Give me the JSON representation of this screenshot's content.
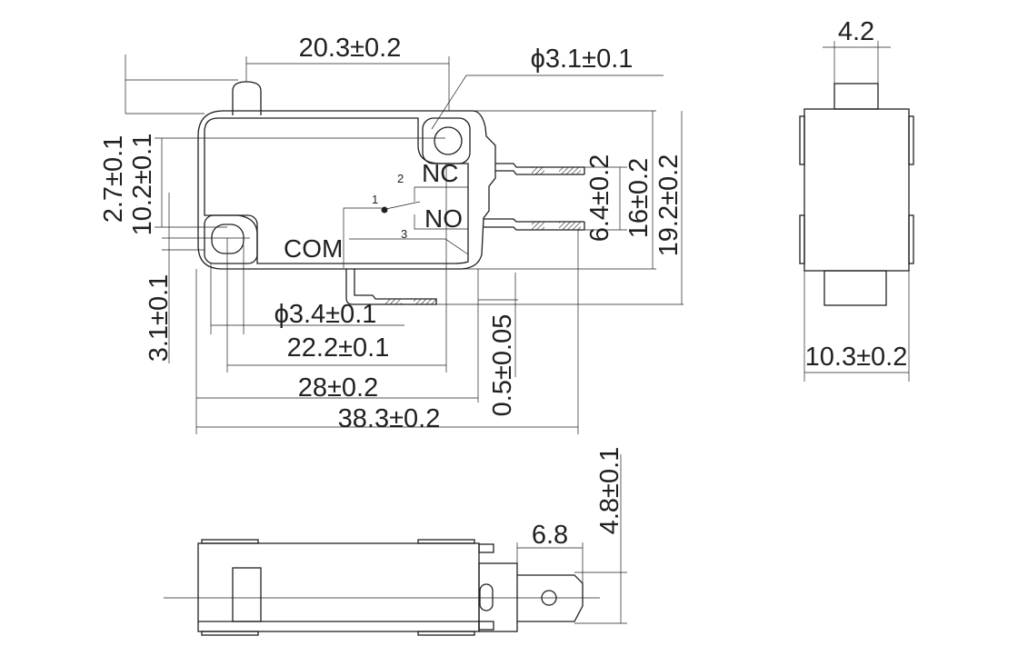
{
  "drawing": {
    "front_view": {
      "dimensions": {
        "plunger_position": "20.3±0.2",
        "right_hole_diameter": "ϕ3.1±0.1",
        "plunger_height": "2.7±0.1",
        "hole_vertical_spacing": "10.2±0.1",
        "left_hole_offset": "3.1±0.1",
        "left_hole_diameter": "ϕ3.4±0.1",
        "hole_horizontal_spacing": "22.2±0.1",
        "body_length": "28±0.2",
        "overall_length": "38.3±0.2",
        "terminal_thickness": "0.5±0.05",
        "nc_no_spacing": "6.4±0.2",
        "body_height": "16±0.2",
        "overall_height": "19.2±0.2"
      },
      "labels": {
        "nc": "NC",
        "no": "NO",
        "com": "COM",
        "pin1": "1",
        "pin2": "2",
        "pin3": "3"
      }
    },
    "side_view": {
      "dimensions": {
        "plunger_width": "4.2",
        "body_width": "10.3±0.2"
      }
    },
    "bottom_view": {
      "dimensions": {
        "terminal_length": "6.8",
        "terminal_width": "4.8±0.1"
      }
    }
  }
}
